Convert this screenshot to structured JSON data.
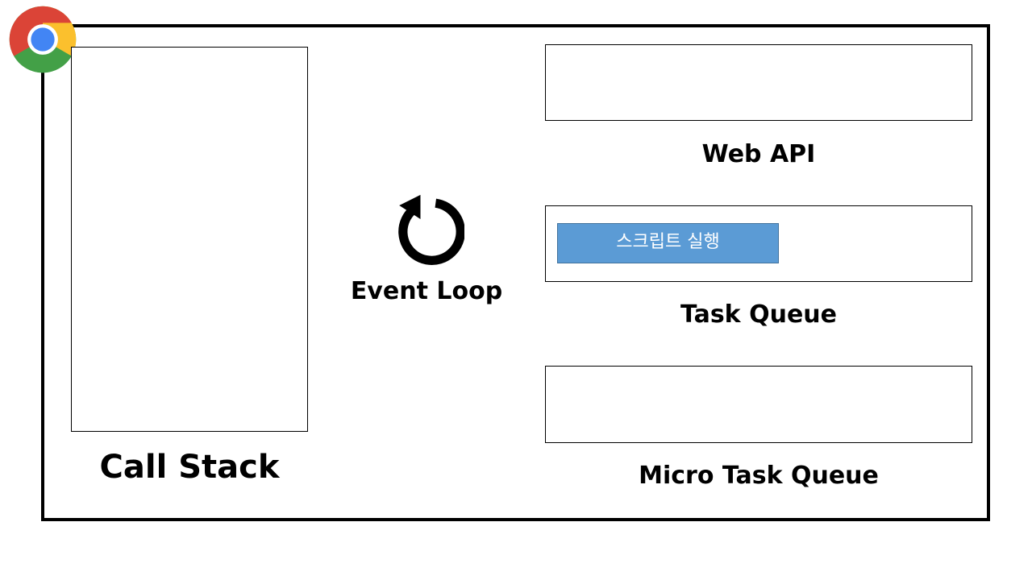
{
  "diagram": {
    "call_stack": {
      "label": "Call Stack"
    },
    "event_loop": {
      "label": "Event Loop"
    },
    "web_api": {
      "label": "Web API"
    },
    "task_queue": {
      "label": "Task Queue",
      "items": [
        {
          "label": "스크립트 실행"
        }
      ]
    },
    "micro_task_queue": {
      "label": "Micro Task Queue"
    }
  },
  "colors": {
    "task_item_fill": "#5b9bd5",
    "task_item_border": "#41719c",
    "frame": "#000000"
  },
  "icons": {
    "logo": "chrome-logo-icon",
    "loop": "circular-arrow-icon"
  }
}
